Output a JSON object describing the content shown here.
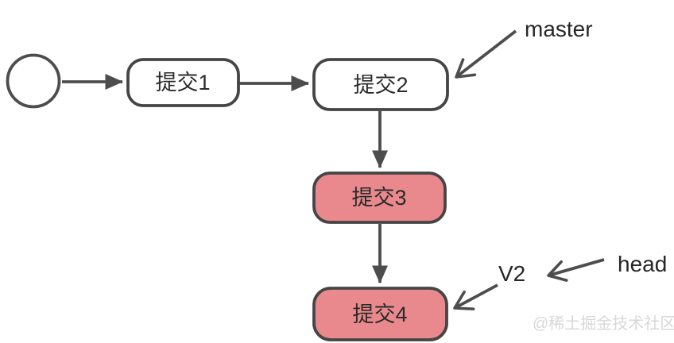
{
  "diagram_type": "git-commit-graph",
  "nodes": {
    "root": {
      "label": ""
    },
    "commit1": {
      "label": "提交1",
      "fill": "#ffffff"
    },
    "commit2": {
      "label": "提交2",
      "fill": "#ffffff"
    },
    "commit3": {
      "label": "提交3",
      "fill": "#e9898d"
    },
    "commit4": {
      "label": "提交4",
      "fill": "#e9898d"
    }
  },
  "labels": {
    "master": "master",
    "v2": "V2",
    "head": "head"
  },
  "watermark": "@稀土掘金技术社区",
  "colors": {
    "line": "#4d4d4d",
    "node_border": "#454545",
    "highlight_fill": "#e9898d",
    "text": "#2b2b2b",
    "head_label": "#e0848a",
    "watermark": "#d8d8d8"
  }
}
